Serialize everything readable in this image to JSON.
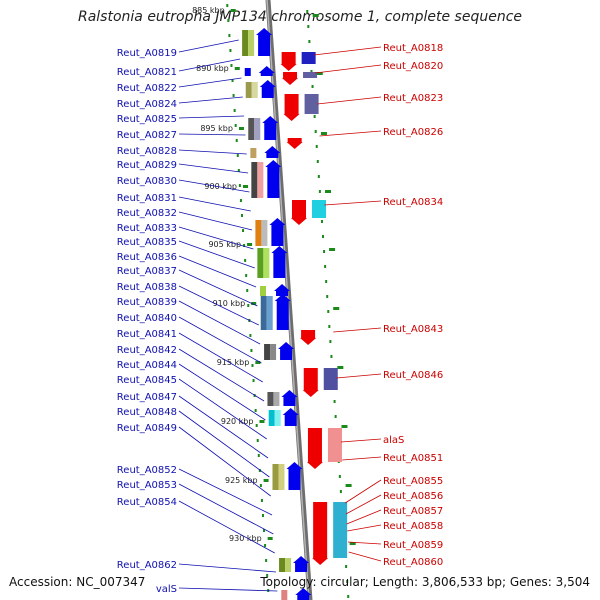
{
  "title": "Ralstonia eutropha JMP134 chromosome 1, complete sequence",
  "footer": {
    "accession": "Accession: NC_007347",
    "summary": "Topology: circular; Length: 3,806,533 bp; Genes: 3,504"
  },
  "colors": {
    "forward": "#0000ee",
    "reverse": "#ee0000",
    "left_label": "#1010b0",
    "right_label": "#cc0000",
    "backbone": "#888888",
    "tick": "#1a8a1a"
  },
  "ticks": [
    "885 kbp",
    "890 kbp",
    "895 kbp",
    "900 kbp",
    "905 kbp",
    "910 kbp",
    "915 kbp",
    "920 kbp",
    "925 kbp",
    "930 kbp"
  ],
  "left_labels": [
    "Reut_A0819",
    "Reut_A0821",
    "Reut_A0822",
    "Reut_A0824",
    "Reut_A0825",
    "Reut_A0827",
    "Reut_A0828",
    "Reut_A0829",
    "Reut_A0830",
    "Reut_A0831",
    "Reut_A0832",
    "Reut_A0833",
    "Reut_A0835",
    "Reut_A0836",
    "Reut_A0837",
    "Reut_A0838",
    "Reut_A0839",
    "Reut_A0840",
    "Reut_A0841",
    "Reut_A0842",
    "Reut_A0844",
    "Reut_A0845",
    "Reut_A0847",
    "Reut_A0848",
    "Reut_A0849",
    "Reut_A0852",
    "Reut_A0853",
    "Reut_A0854",
    "Reut_A0862",
    "valS"
  ],
  "right_labels": [
    "Reut_A0818",
    "Reut_A0820",
    "Reut_A0823",
    "Reut_A0826",
    "Reut_A0834",
    "Reut_A0843",
    "Reut_A0846",
    "alaS",
    "Reut_A0851",
    "Reut_A0855",
    "Reut_A0856",
    "Reut_A0857",
    "Reut_A0858",
    "Reut_A0859",
    "Reut_A0860"
  ]
}
